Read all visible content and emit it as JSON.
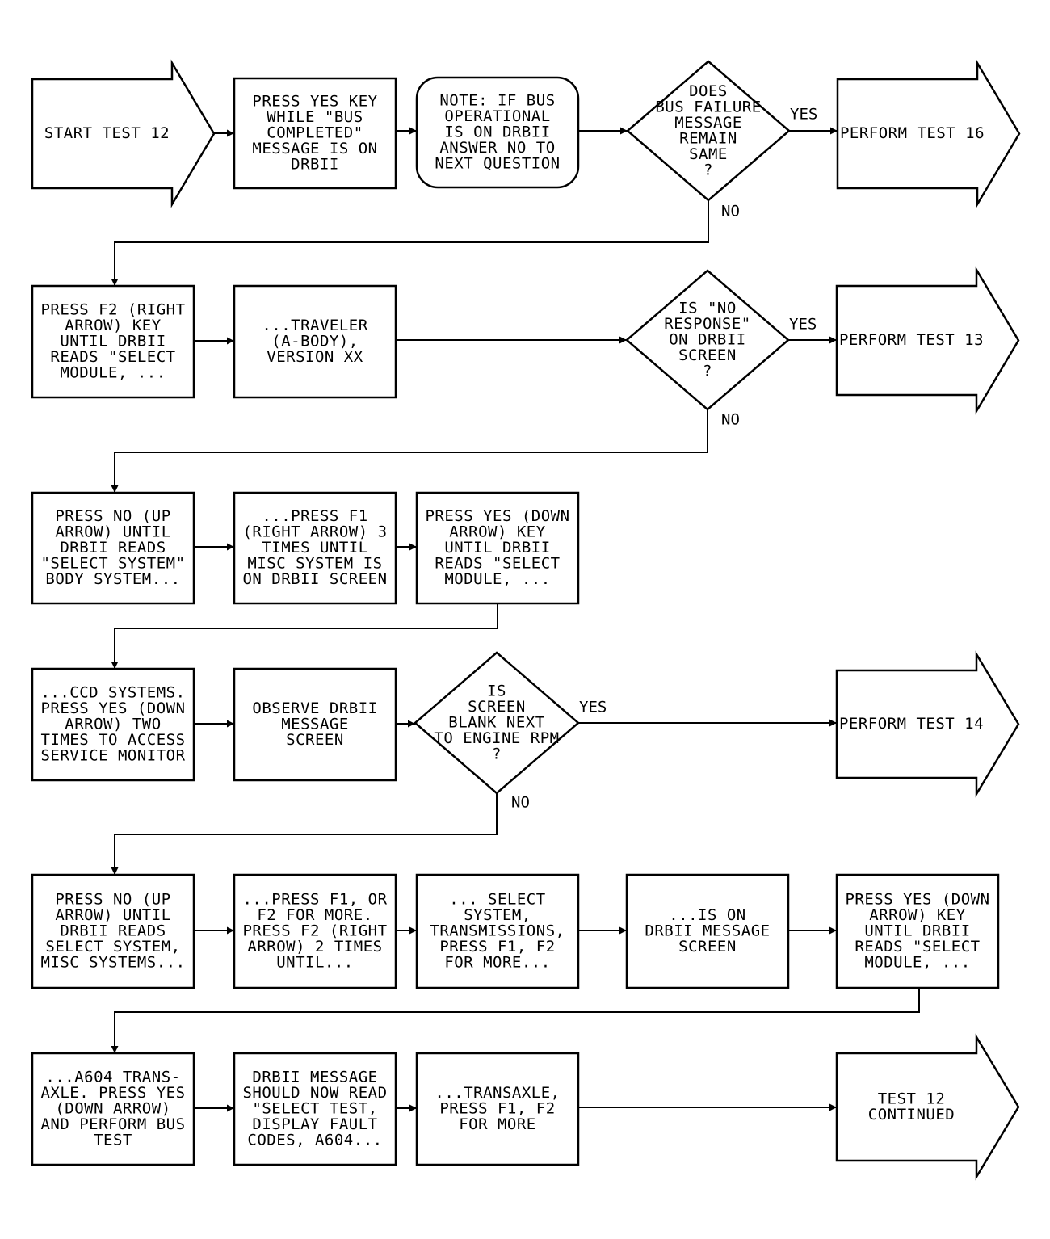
{
  "flowchart": {
    "nodes": [
      {
        "id": "start",
        "shape": "arrow",
        "lines": [
          "START TEST 12"
        ]
      },
      {
        "id": "n1",
        "shape": "box",
        "lines": [
          "PRESS YES KEY",
          "WHILE \"BUS",
          "COMPLETED\"",
          "MESSAGE IS ON",
          "DRBII"
        ]
      },
      {
        "id": "note1",
        "shape": "rounded",
        "lines": [
          "NOTE: IF BUS",
          "OPERATIONAL",
          "IS ON DRBII",
          "ANSWER NO TO",
          "NEXT QUESTION"
        ]
      },
      {
        "id": "d1",
        "shape": "diamond",
        "lines": [
          "DOES",
          "BUS FAILURE",
          "MESSAGE",
          "REMAIN",
          "SAME",
          "?"
        ]
      },
      {
        "id": "t16",
        "shape": "arrow",
        "lines": [
          "PERFORM TEST 16"
        ]
      },
      {
        "id": "r2a",
        "shape": "box",
        "lines": [
          "PRESS F2 (RIGHT",
          "ARROW) KEY",
          "UNTIL DRBII",
          "READS \"SELECT",
          "MODULE, ..."
        ]
      },
      {
        "id": "r2b",
        "shape": "box",
        "lines": [
          "...TRAVELER",
          "(A-BODY),",
          "VERSION XX"
        ]
      },
      {
        "id": "d2",
        "shape": "diamond",
        "lines": [
          "IS \"NO",
          "RESPONSE\"",
          "ON DRBII",
          "SCREEN",
          "?"
        ]
      },
      {
        "id": "t13",
        "shape": "arrow",
        "lines": [
          "PERFORM TEST 13"
        ]
      },
      {
        "id": "r3a",
        "shape": "box",
        "lines": [
          "PRESS NO (UP",
          "ARROW) UNTIL",
          "DRBII READS",
          "\"SELECT SYSTEM\"",
          "BODY SYSTEM..."
        ]
      },
      {
        "id": "r3b",
        "shape": "box",
        "lines": [
          "...PRESS F1",
          "(RIGHT ARROW) 3",
          "TIMES UNTIL",
          "MISC SYSTEM IS",
          "ON DRBII SCREEN"
        ]
      },
      {
        "id": "r3c",
        "shape": "box",
        "lines": [
          "PRESS YES (DOWN",
          "ARROW) KEY",
          "UNTIL DRBII",
          "READS \"SELECT",
          "MODULE, ..."
        ]
      },
      {
        "id": "r4a",
        "shape": "box",
        "lines": [
          "...CCD SYSTEMS.",
          "PRESS YES (DOWN",
          "ARROW) TWO",
          "TIMES TO ACCESS",
          "SERVICE MONITOR"
        ]
      },
      {
        "id": "r4b",
        "shape": "box",
        "lines": [
          "OBSERVE DRBII",
          "MESSAGE",
          "SCREEN"
        ]
      },
      {
        "id": "d3",
        "shape": "diamond",
        "lines": [
          "IS",
          "SCREEN",
          "BLANK NEXT",
          "TO ENGINE RPM",
          "?"
        ]
      },
      {
        "id": "t14",
        "shape": "arrow",
        "lines": [
          "PERFORM TEST 14"
        ]
      },
      {
        "id": "r5a",
        "shape": "box",
        "lines": [
          "PRESS NO (UP",
          "ARROW) UNTIL",
          "DRBII READS",
          "SELECT SYSTEM,",
          "MISC SYSTEMS..."
        ]
      },
      {
        "id": "r5b",
        "shape": "box",
        "lines": [
          "...PRESS F1, OR",
          "F2 FOR MORE.",
          "PRESS F2 (RIGHT",
          "ARROW) 2 TIMES",
          "UNTIL..."
        ]
      },
      {
        "id": "r5c",
        "shape": "box",
        "lines": [
          "... SELECT",
          "SYSTEM,",
          "TRANSMISSIONS,",
          "PRESS F1, F2",
          "FOR MORE..."
        ]
      },
      {
        "id": "r5d",
        "shape": "box",
        "lines": [
          "...IS ON",
          "DRBII MESSAGE",
          "SCREEN"
        ]
      },
      {
        "id": "r5e",
        "shape": "box",
        "lines": [
          "PRESS YES (DOWN",
          "ARROW) KEY",
          "UNTIL DRBII",
          "READS \"SELECT",
          "MODULE, ..."
        ]
      },
      {
        "id": "r6a",
        "shape": "box",
        "lines": [
          "...A604 TRANS-",
          "AXLE. PRESS YES",
          "(DOWN ARROW)",
          "AND PERFORM BUS",
          "TEST"
        ]
      },
      {
        "id": "r6b",
        "shape": "box",
        "lines": [
          "DRBII MESSAGE",
          "SHOULD NOW READ",
          "\"SELECT TEST,",
          "DISPLAY FAULT",
          "CODES, A604..."
        ]
      },
      {
        "id": "r6c",
        "shape": "box",
        "lines": [
          "...TRANSAXLE,",
          "PRESS F1, F2",
          "FOR MORE"
        ]
      },
      {
        "id": "cont",
        "shape": "arrow",
        "lines": [
          "TEST 12",
          "CONTINUED"
        ]
      }
    ],
    "branch_labels": {
      "d1_yes": "YES",
      "d1_no": "NO",
      "d2_yes": "YES",
      "d2_no": "NO",
      "d3_yes": "YES",
      "d3_no": "NO"
    }
  }
}
